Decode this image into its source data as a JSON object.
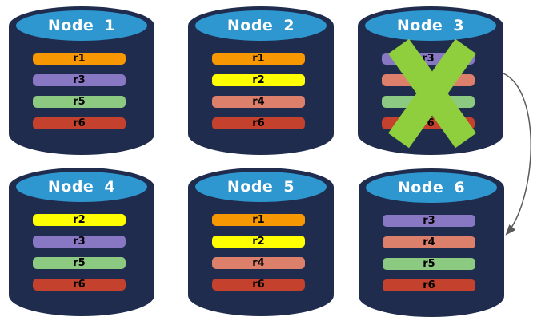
{
  "palette": {
    "cylinder_body": "#1f2c4d",
    "cylinder_top": "#2e97cf",
    "node_title_color": "#ffffff",
    "bar_text_color": "#000000",
    "failure_x_color": "#8fce3c",
    "arrow_color": "#5a5a5a"
  },
  "replicas": {
    "r1": {
      "label": "r1",
      "color": "#f79803"
    },
    "r2": {
      "label": "r2",
      "color": "#ffff00"
    },
    "r3": {
      "label": "r3",
      "color": "#8878c4"
    },
    "r4": {
      "label": "r4",
      "color": "#dc7f6b"
    },
    "r5": {
      "label": "r5",
      "color": "#8cc981"
    },
    "r6": {
      "label": "r6",
      "color": "#c4412d"
    }
  },
  "nodes": [
    {
      "label": "Node 1",
      "replicas": [
        "r1",
        "r3",
        "r5",
        "r6"
      ],
      "failed": false
    },
    {
      "label": "Node 2",
      "replicas": [
        "r1",
        "r2",
        "r4",
        "r6"
      ],
      "failed": false
    },
    {
      "label": "Node 3",
      "replicas": [
        "r3",
        "r4",
        "r5",
        "r6"
      ],
      "failed": true
    },
    {
      "label": "Node 4",
      "replicas": [
        "r2",
        "r3",
        "r5",
        "r6"
      ],
      "failed": false
    },
    {
      "label": "Node 5",
      "replicas": [
        "r1",
        "r2",
        "r4",
        "r6"
      ],
      "failed": false
    },
    {
      "label": "Node 6",
      "replicas": [
        "r3",
        "r4",
        "r5",
        "r6"
      ],
      "failed": false
    }
  ],
  "arrow": {
    "from": "Node 3",
    "to": "Node 6"
  }
}
